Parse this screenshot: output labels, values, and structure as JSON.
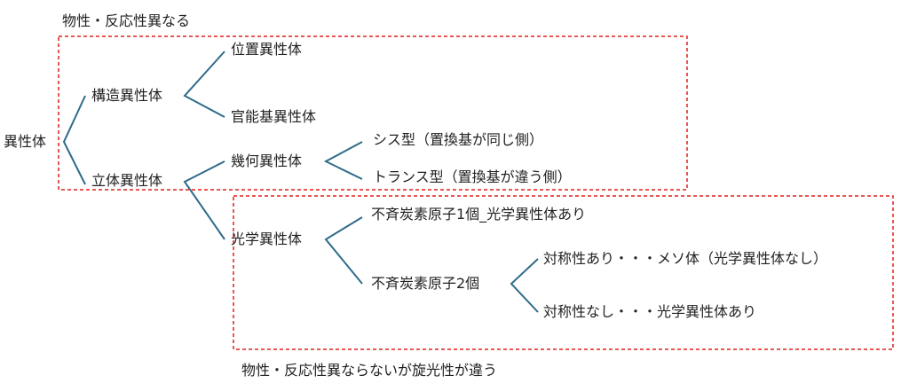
{
  "diagram": {
    "root": "異性体",
    "structural": {
      "label": "構造異性体",
      "children": [
        "位置異性体",
        "官能基異性体"
      ]
    },
    "stereo": {
      "label": "立体異性体",
      "geometric": {
        "label": "幾何異性体",
        "children": [
          "シス型（置換基が同じ側）",
          "トランス型（置換基が違う側）"
        ]
      },
      "optical": {
        "label": "光学異性体",
        "one_carbon": "不斉炭素原子1個_光学異性体あり",
        "two_carbon": {
          "label": "不斉炭素原子2個",
          "children": [
            "対称性あり・・・メソ体（光学異性体なし）",
            "対称性なし・・・光学異性体あり"
          ]
        }
      }
    },
    "annotations": {
      "top_box": "物性・反応性異なる",
      "bottom_box": "物性・反応性異ならないが旋光性が違う"
    },
    "colors": {
      "branch_line": "#2e6b8a",
      "box_border": "#e0201c",
      "text": "#222222"
    }
  }
}
